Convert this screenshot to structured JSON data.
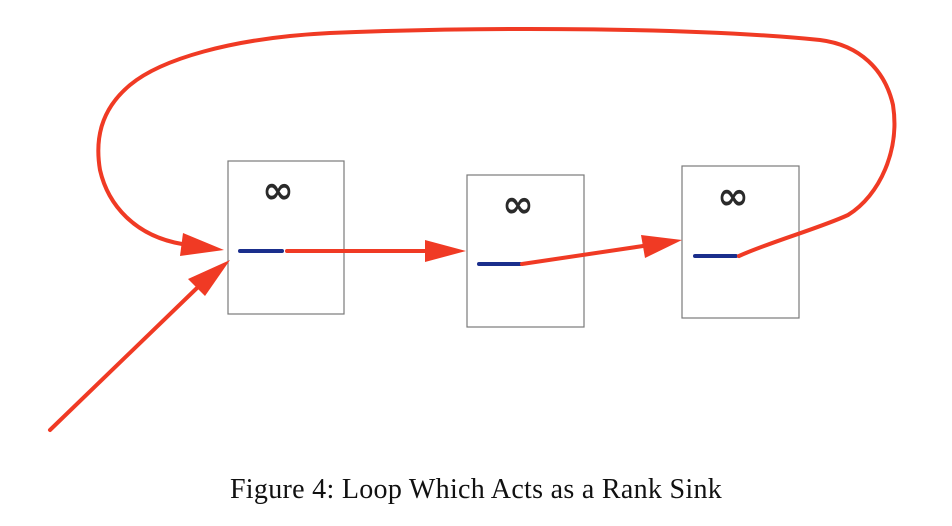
{
  "caption": "Figure 4: Loop Which Acts as a Rank Sink",
  "nodes": [
    {
      "id": "node-1",
      "label": "∞"
    },
    {
      "id": "node-2",
      "label": "∞"
    },
    {
      "id": "node-3",
      "label": "∞"
    }
  ],
  "colors": {
    "edge": "#f03a24",
    "slot": "#1a2e8c",
    "box_border": "#7a7a7a"
  }
}
